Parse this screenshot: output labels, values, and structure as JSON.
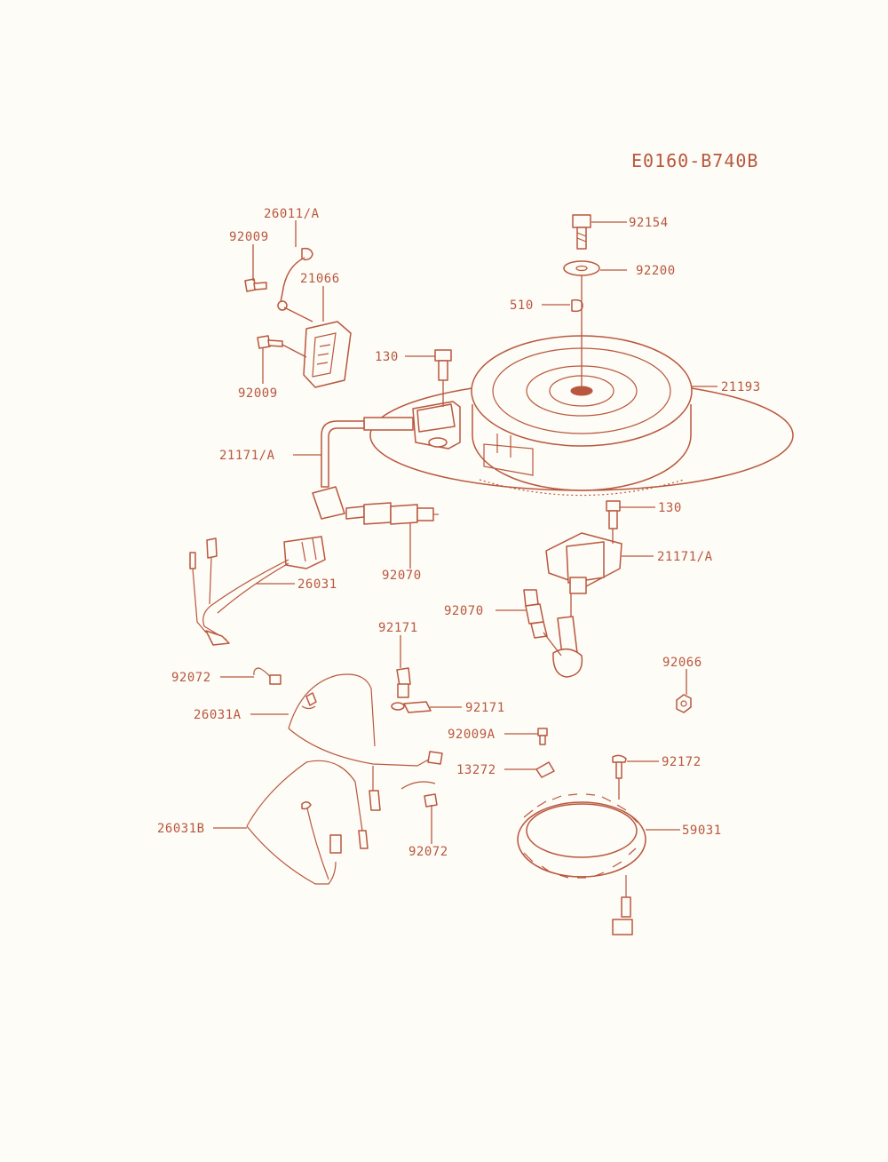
{
  "diagram_code": "E0160-B740B",
  "accent_color": "#b9573e",
  "labels": {
    "p26011A": "26011/A",
    "p92009_top": "92009",
    "p21066": "21066",
    "p92009_bot": "92009",
    "p92154": "92154",
    "p92200": "92200",
    "p510": "510",
    "p130_top": "130",
    "p21193": "21193",
    "p21171A_left": "21171/A",
    "p92070_left": "92070",
    "p130_right": "130",
    "p21171A_right": "21171/A",
    "p26031": "26031",
    "p92070_right": "92070",
    "p92171_top": "92171",
    "p92066": "92066",
    "p92072_top": "92072",
    "p92171_mid": "92171",
    "p26031A": "26031A",
    "p92009A": "92009A",
    "p13272": "13272",
    "p92172": "92172",
    "p59031": "59031",
    "p26031B": "26031B",
    "p92072_bot": "92072"
  }
}
